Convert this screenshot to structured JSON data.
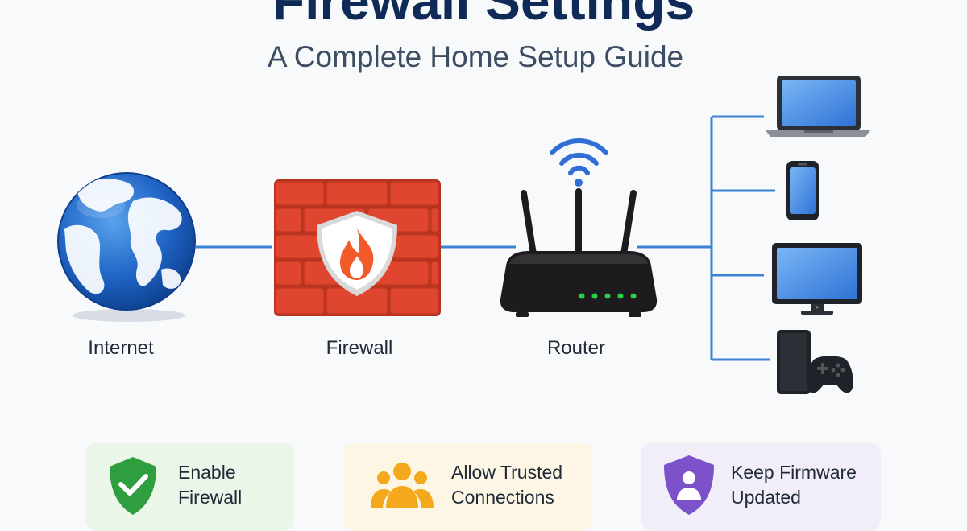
{
  "header": {
    "title": "Firewall Settings",
    "subtitle": "A Complete Home Setup Guide"
  },
  "nodes": [
    {
      "id": "internet",
      "label": "Internet",
      "icon": "globe-icon"
    },
    {
      "id": "firewall",
      "label": "Firewall",
      "icon": "brick-wall-shield-icon"
    },
    {
      "id": "router",
      "label": "Router",
      "icon": "wifi-router-icon"
    }
  ],
  "devices": [
    {
      "icon": "laptop-icon"
    },
    {
      "icon": "smartphone-icon"
    },
    {
      "icon": "monitor-icon"
    },
    {
      "icon": "game-console-icon"
    }
  ],
  "tips": [
    {
      "line1": "Enable",
      "line2": "Firewall",
      "icon": "shield-check-icon",
      "background": "#eaf6e8",
      "accent": "#2e9e3f"
    },
    {
      "line1": "Allow Trusted",
      "line2": "Connections",
      "icon": "user-group-icon",
      "background": "#fdf6e4",
      "accent": "#f4a91d"
    },
    {
      "line1": "Keep Firmware",
      "line2": "Updated",
      "icon": "shield-user-icon",
      "background": "#f1eefa",
      "accent": "#7b52c9"
    }
  ],
  "colors": {
    "connector": "#3b82d6",
    "title": "#0f2a56",
    "brick": "#e0452f",
    "flame": "#f25a2a",
    "router_body": "#1c1c1e",
    "router_led": "#2ecc40",
    "screen": "#4a8fe6"
  }
}
